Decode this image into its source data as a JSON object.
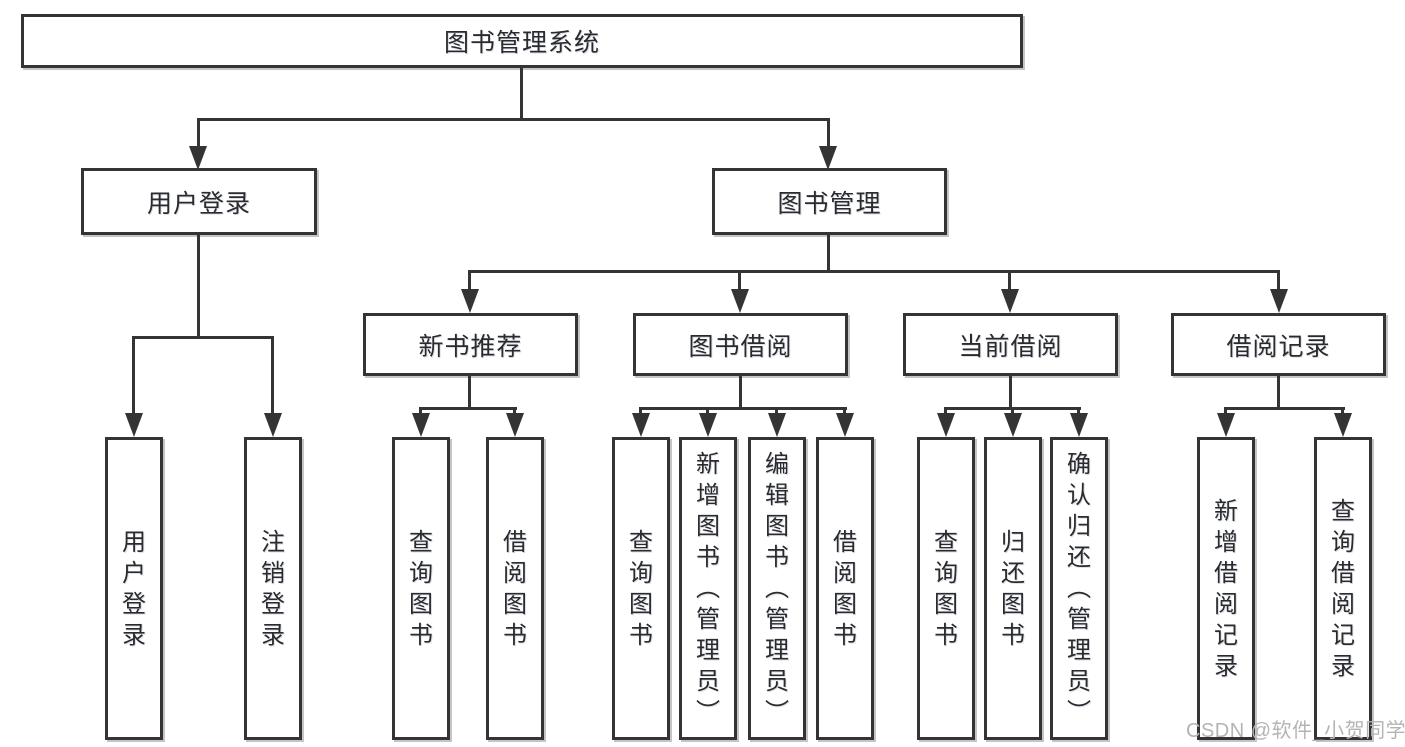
{
  "tree": {
    "root": {
      "label": "图书管理系统",
      "children": [
        {
          "label": "用户登录",
          "children": [
            {
              "label": "用户登录"
            },
            {
              "label": "注销登录"
            }
          ]
        },
        {
          "label": "图书管理",
          "children": [
            {
              "label": "新书推荐",
              "children": [
                {
                  "label": "查询图书"
                },
                {
                  "label": "借阅图书"
                }
              ]
            },
            {
              "label": "图书借阅",
              "children": [
                {
                  "label": "查询图书"
                },
                {
                  "label": "新增图书︵管理员︶"
                },
                {
                  "label": "编辑图书︵管理员︶"
                },
                {
                  "label": "借阅图书"
                }
              ]
            },
            {
              "label": "当前借阅",
              "children": [
                {
                  "label": "查询图书"
                },
                {
                  "label": "归还图书"
                },
                {
                  "label": "确认归还︵管理员︶"
                }
              ]
            },
            {
              "label": "借阅记录",
              "children": [
                {
                  "label": "新增借阅记录"
                },
                {
                  "label": "查询借阅记录"
                }
              ]
            }
          ]
        }
      ]
    }
  },
  "colors": {
    "line": "#343434",
    "text": "#2b2b2b",
    "watermark": "#b4b4b4",
    "background": "#ffffff"
  },
  "watermark": "CSDN @软件_小贺同学"
}
